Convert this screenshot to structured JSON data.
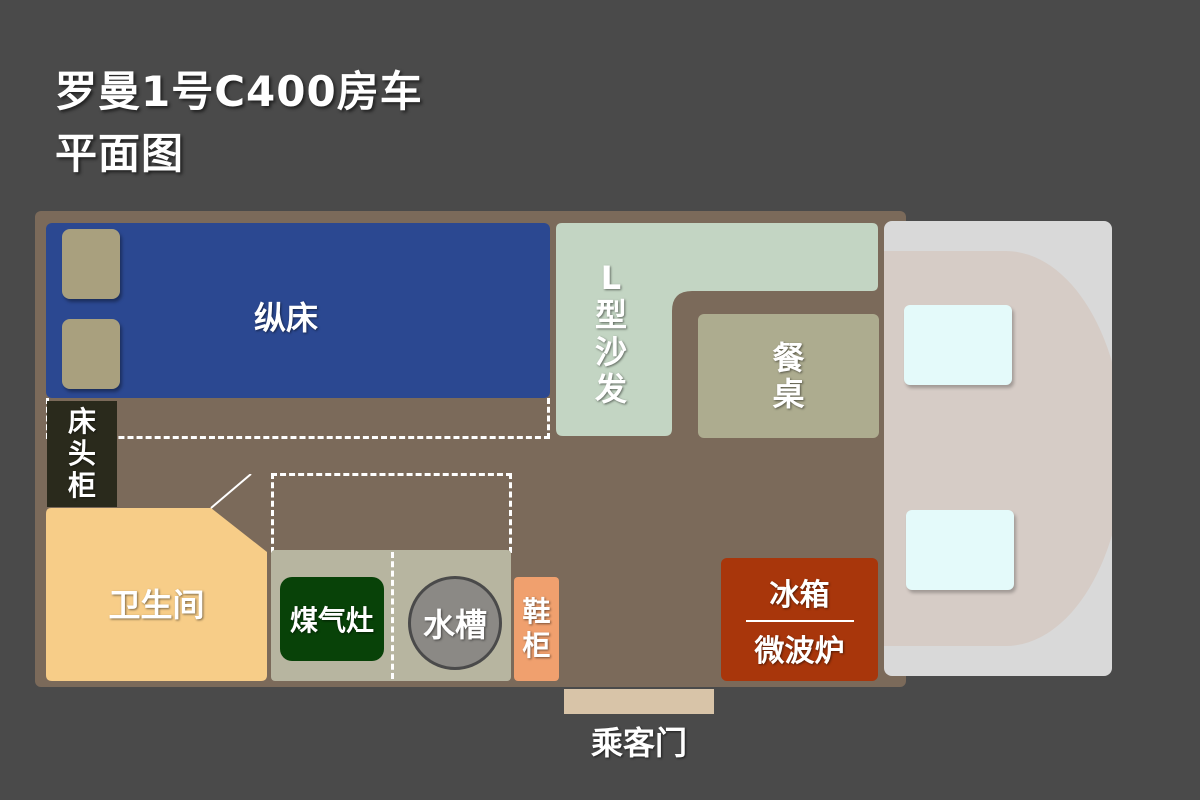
{
  "title": {
    "line1": "罗曼1号C400房车",
    "line2": "平面图"
  },
  "rooms": {
    "bed": "纵床",
    "nightstand": [
      "床",
      "头",
      "柜"
    ],
    "bathroom": "卫生间",
    "stove": "煤气灶",
    "sink": "水槽",
    "shoe_cabinet": [
      "鞋",
      "柜"
    ],
    "sofa": [
      "L",
      "型",
      "沙",
      "发"
    ],
    "dining_table": [
      "餐",
      "桌"
    ],
    "fridge": {
      "line1": "冰箱",
      "line2": "微波炉"
    },
    "door": "乘客门"
  },
  "colors": {
    "background": "#4a4a4a",
    "floor": "#7b6a5a",
    "bed": "#2b4891",
    "pillow": "#a9a07e",
    "nightstand": "#2a2a1c",
    "bathroom": "#f7cd88",
    "counter": "#b7b5a0",
    "stove": "#084208",
    "sink": "#8b8985",
    "shoe_cabinet": "#f0a06e",
    "sofa": "#c3d5c3",
    "dining_table": "#adac8f",
    "fridge": "#a8360b",
    "door": "#d8c4a8",
    "cab": "#d9d9d9",
    "seat": "#e4fafa"
  }
}
